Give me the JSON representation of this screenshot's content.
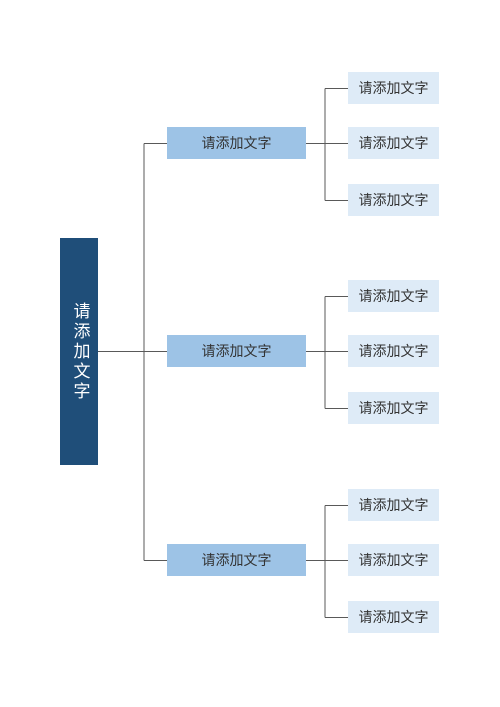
{
  "root": {
    "label": "请添加文字"
  },
  "branches": [
    {
      "label": "请添加文字",
      "children": [
        "请添加文字",
        "请添加文字",
        "请添加文字"
      ]
    },
    {
      "label": "请添加文字",
      "children": [
        "请添加文字",
        "请添加文字",
        "请添加文字"
      ]
    },
    {
      "label": "请添加文字",
      "children": [
        "请添加文字",
        "请添加文字",
        "请添加文字"
      ]
    }
  ],
  "colors": {
    "root_fill": "#1f4e79",
    "branch_fill": "#9dc3e6",
    "leaf_fill": "#deebf7",
    "connector": "#595959"
  }
}
